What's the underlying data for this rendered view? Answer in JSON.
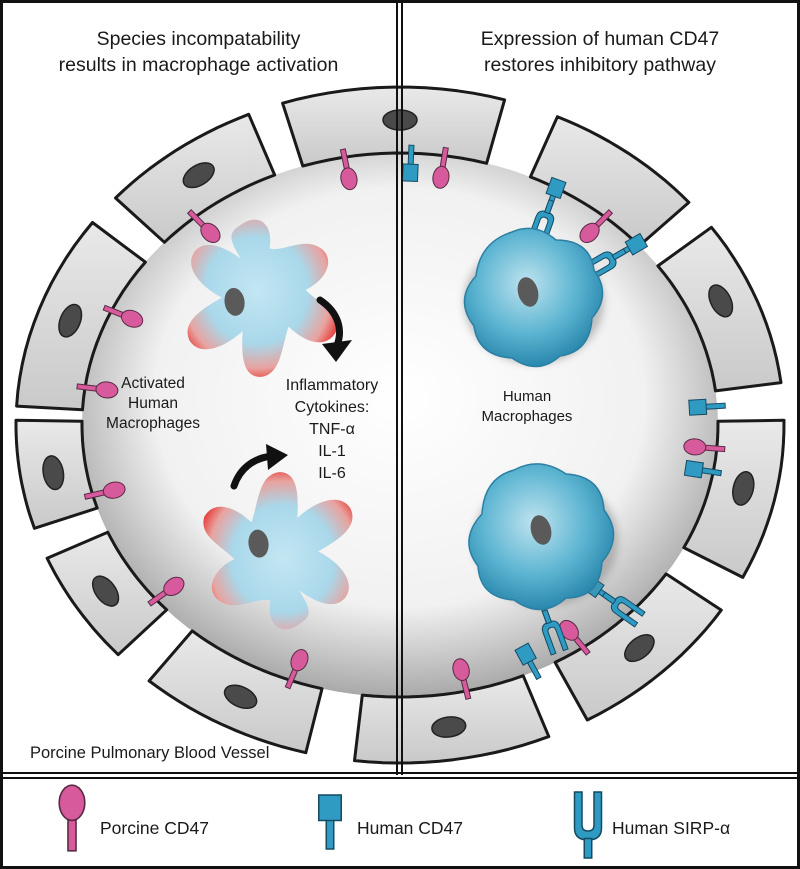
{
  "panels": {
    "left": {
      "title_line1": "Species incompatability",
      "title_line2": "results in macrophage activation",
      "activated_line1": "Activated",
      "activated_line2": "Human",
      "activated_line3": "Macrophages",
      "cytokines_line1": "Inflammatory",
      "cytokines_line2": "Cytokines:",
      "cytokines_line3": "TNF-α",
      "cytokines_line4": "IL-1",
      "cytokines_line5": "IL-6",
      "vessel_label": "Porcine Pulmonary Blood Vessel"
    },
    "right": {
      "title_line1": "Expression of human CD47",
      "title_line2": "restores inhibitory pathway",
      "macrophages_line1": "Human",
      "macrophages_line2": "Macrophages"
    }
  },
  "legend": {
    "porcine_cd47": "Porcine CD47",
    "human_cd47": "Human CD47",
    "human_sirpa": "Human SIRP-α"
  },
  "colors": {
    "porcine_receptor": "#d65a9c",
    "human_receptor": "#2f9bc2",
    "macrophage_body": "#a9d8ea",
    "activated_tint": "#e51c16",
    "human_macrophage": "#3aa3c4",
    "endothelial_cell": "#d9d9d9",
    "nucleus": "#555555"
  }
}
